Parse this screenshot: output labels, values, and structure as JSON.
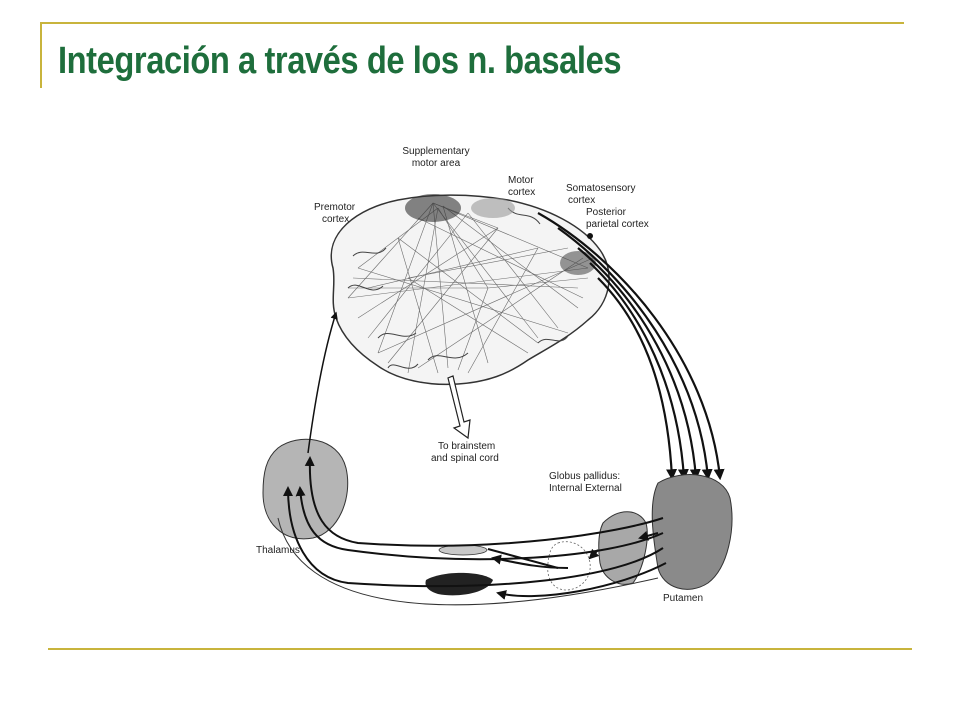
{
  "slide": {
    "title": "Integración a través de los n. basales",
    "accent_color": "#c8b43c",
    "title_color": "#1e6e3c"
  },
  "diagram": {
    "labels": {
      "supplementary_1": "Supplementary",
      "supplementary_2": "motor area",
      "motor_1": "Motor",
      "motor_2": "cortex",
      "premotor_1": "Premotor",
      "premotor_2": "cortex",
      "somato_1": "Somatosensory",
      "somato_2": "cortex",
      "posterior_1": "Posterior",
      "posterior_2": "parietal cortex",
      "brainstem_1": "To brainstem",
      "brainstem_2": "and spinal cord",
      "globus_1": "Globus pallidus:",
      "globus_2": "Internal External",
      "thalamus": "Thalamus",
      "putamen": "Putamen"
    }
  }
}
